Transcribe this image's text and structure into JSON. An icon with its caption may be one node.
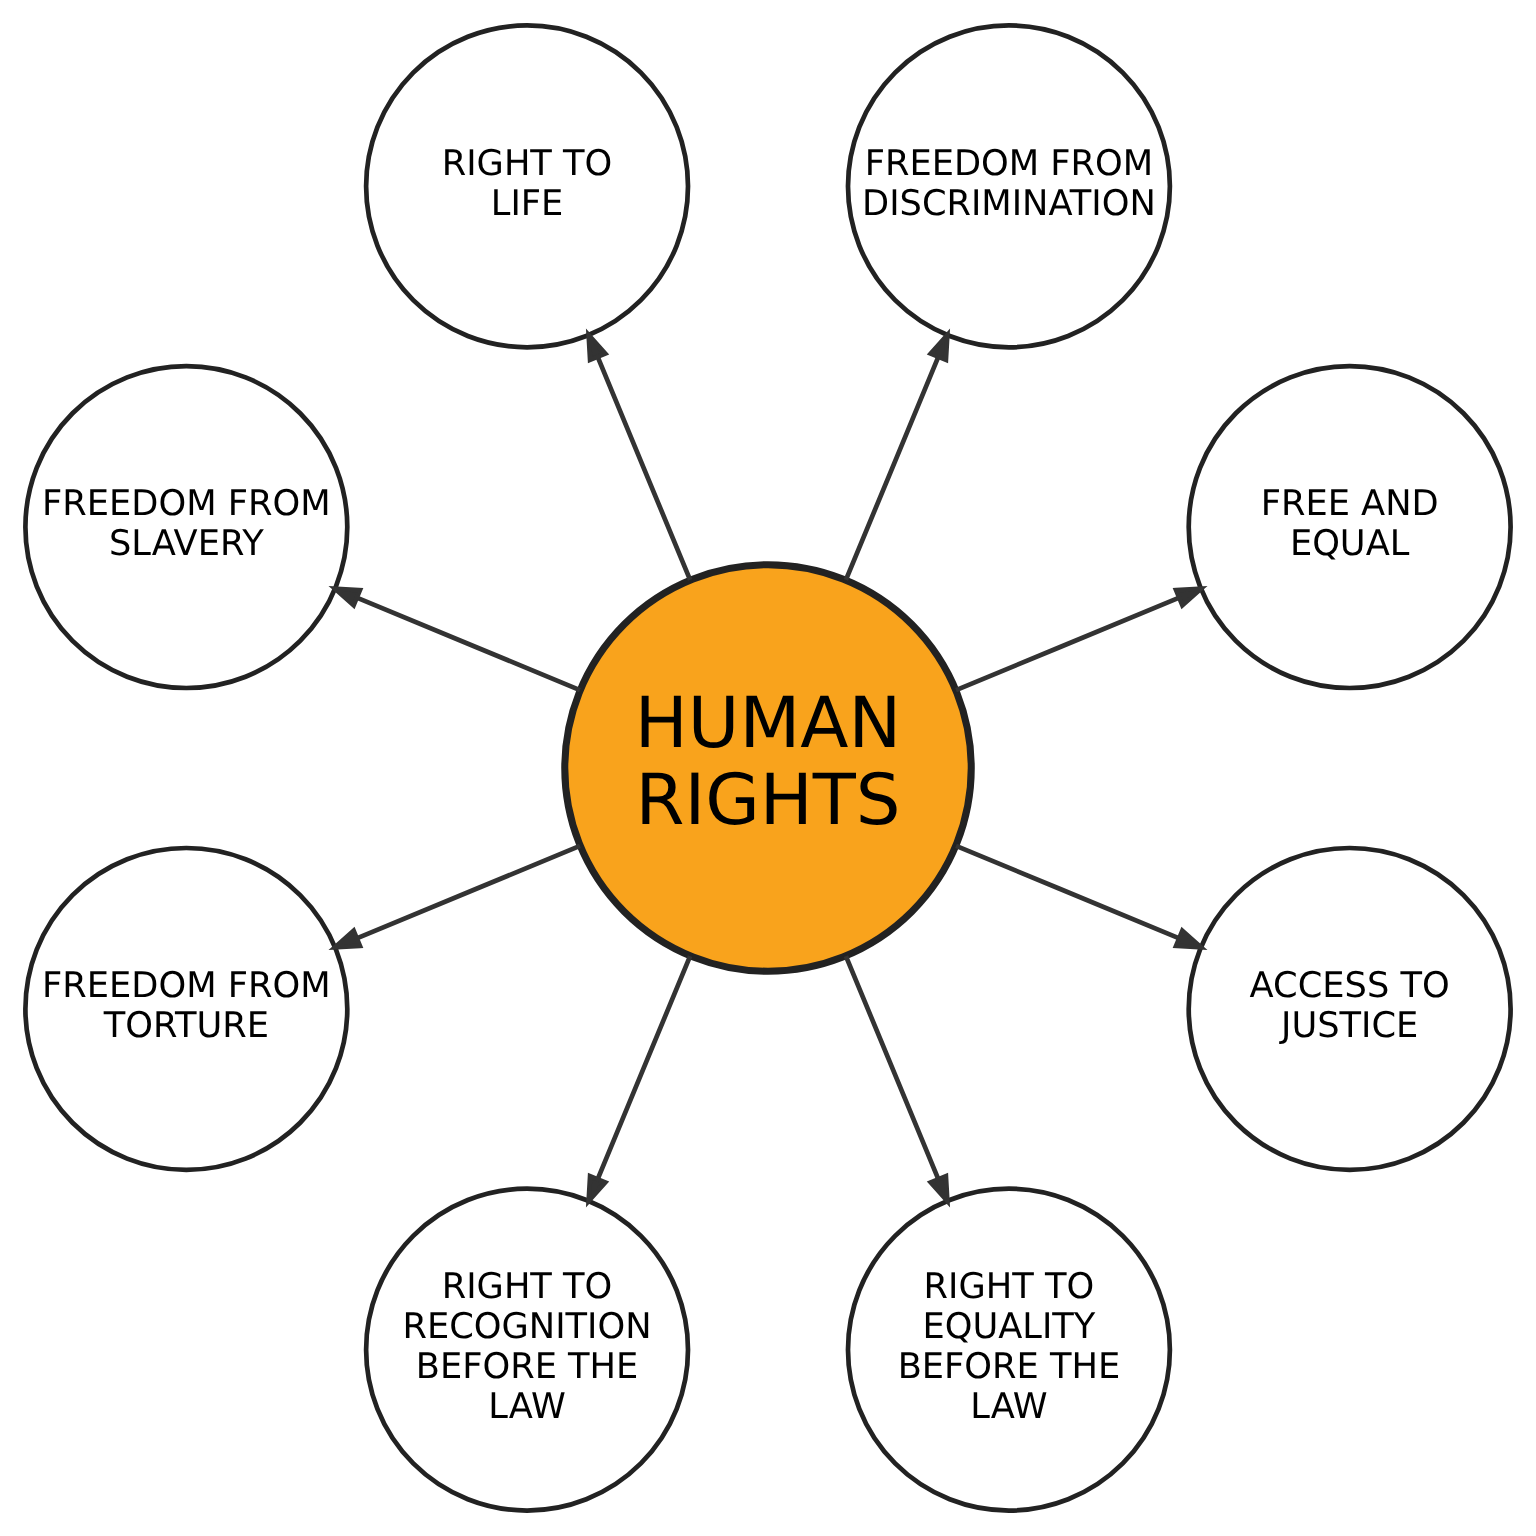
{
  "diagram": {
    "nodes": [
      {
        "text": [
          "HUMAN RIGHTS"
        ]
      },
      {
        "text": [
          "FREE AND EQUAL"
        ]
      },
      {
        "text": [
          "FREEDOM FROM DISCRIMINATION"
        ]
      },
      {
        "text": [
          "RIGHT TO LIFE"
        ]
      },
      {
        "text": [
          "FREEDOM FROM SLAVERY"
        ]
      },
      {
        "text": [
          "FREEDOM FROM TORTURE"
        ]
      },
      {
        "text": [
          "RIGHT TO RECOGNITION BEFORE THE LAW"
        ]
      },
      {
        "text": [
          "RIGHT TO EQUALITY BEFORE THE LAW"
        ]
      },
      {
        "text": [
          "ACCESS TO JUSTICE"
        ]
      }
    ],
    "edges": [
      {
        "from": 0,
        "to": 1,
        "arrow": "to"
      },
      {
        "from": 0,
        "to": 2,
        "arrow": "to"
      },
      {
        "from": 0,
        "to": 3,
        "arrow": "to"
      },
      {
        "from": 0,
        "to": 4,
        "arrow": "to"
      },
      {
        "from": 0,
        "to": 5,
        "arrow": "to"
      },
      {
        "from": 0,
        "to": 6,
        "arrow": "to"
      },
      {
        "from": 0,
        "to": 7,
        "arrow": "to"
      },
      {
        "from": 0,
        "to": 8,
        "arrow": "to"
      }
    ]
  }
}
